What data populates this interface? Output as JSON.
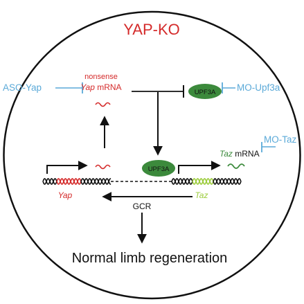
{
  "title": "YAP-KO",
  "labels": {
    "aso_yap": "ASO-Yap",
    "nonsense": "nonsense",
    "yap_mrna_gene": "Yap",
    "yap_mrna_suffix": " mRNA",
    "upf3a_top": "UPF3A",
    "upf3a_dna": "UPF3A",
    "mo_upf3a": "MO-Upf3a",
    "mo_taz": "MO-Taz",
    "taz_mrna_gene": "Taz",
    "taz_mrna_suffix": " mRNA",
    "yap_gene": "Yap",
    "taz_gene": "Taz",
    "gcr": "GCR",
    "outcome": "Normal limb regeneration"
  },
  "colors": {
    "red": "#d42a2a",
    "blue": "#5aa9d8",
    "green": "#3c8a3c",
    "lime": "#9ccc3c",
    "black": "#111111"
  },
  "icons": {
    "inhibition": "t-bar-inhibitor",
    "activation": "arrow",
    "transcription": "bent-arrow"
  }
}
